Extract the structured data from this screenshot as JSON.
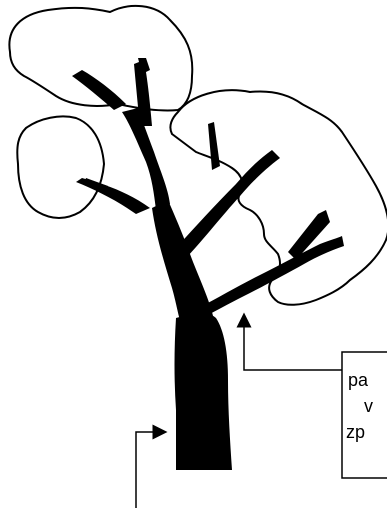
{
  "diagram": {
    "subject": "tree",
    "callout_box": {
      "lines": [
        "pa",
        "v",
        "zp"
      ]
    },
    "colors": {
      "ink": "#000000",
      "background": "#ffffff"
    }
  }
}
